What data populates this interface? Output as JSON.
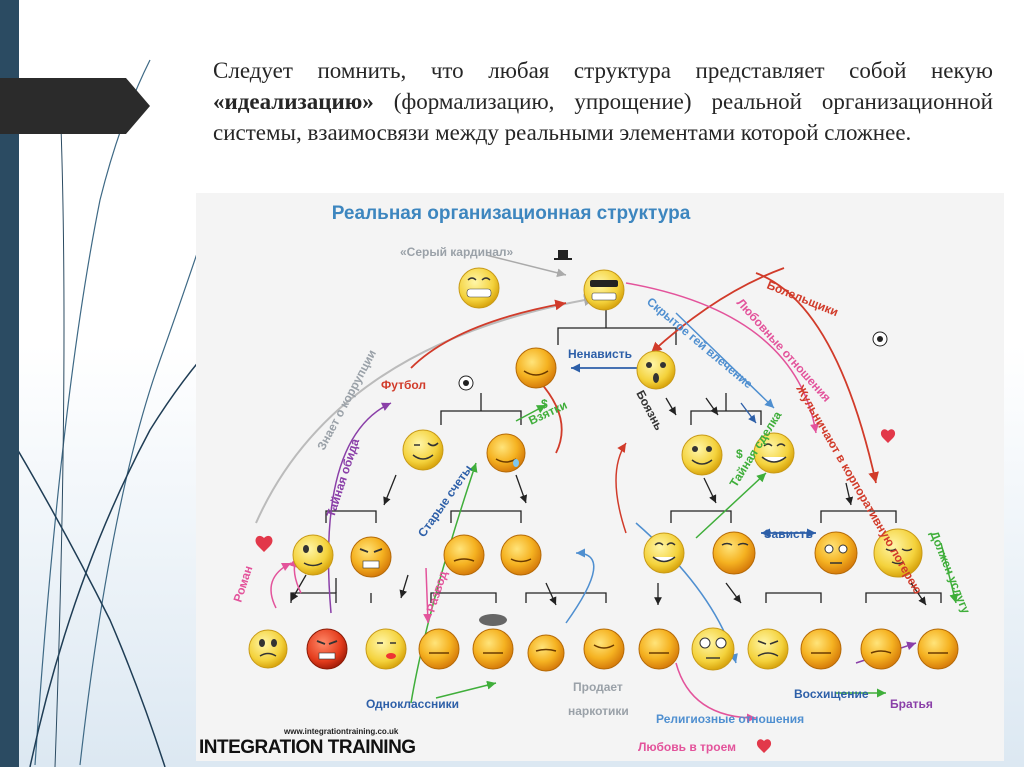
{
  "slide": {
    "text_part1": "Следует помнить, что любая структура представляет собой некую ",
    "text_bold": "«идеализацию»",
    "text_part2": " (формализацию, упрощение) реальной организационной системы, взаимосвязи между реальными элементами которой сложнее."
  },
  "figure": {
    "title": "Реальная организационная структура",
    "labels": {
      "grey_cardinal": "«Серый кардинал»",
      "hatred": "Ненависть",
      "football": "Футбол",
      "fans": "Болельщики",
      "love_rel": "Любовные отношения",
      "hidden_gay": "Скрытое гей влечение",
      "fear": "Боязнь",
      "bribes": "Взятки",
      "knows_corruption": "Знает о коррупции",
      "secret_offense": "Тайная обида",
      "old_scores": "Старые счеты",
      "cheats_lottery": "Жульничают в корпоративную лотерею",
      "secret_deal": "Тайная сделка",
      "envy": "Зависть",
      "owes_favor": "Должен услугу",
      "romance": "Роман",
      "divorce": "Развод",
      "classmates": "Одноклассники",
      "sells_drugs_1": "Продает",
      "sells_drugs_2": "наркотики",
      "religious": "Религиозные отношения",
      "admiration": "Восхищение",
      "brothers": "Братья",
      "love_three": "Любовь в троем",
      "dollar": "$"
    },
    "logo_url": "www.integrationtraining.co.uk",
    "logo": "INTEGRATION TRAINING"
  },
  "colors": {
    "sidebar": "#2b4b62",
    "title_blue": "#3d86bf",
    "red": "#d13b2a",
    "green": "#3fae3a",
    "pink": "#e3539b",
    "purple": "#8a3fa8",
    "navy": "#2d5fa8"
  }
}
